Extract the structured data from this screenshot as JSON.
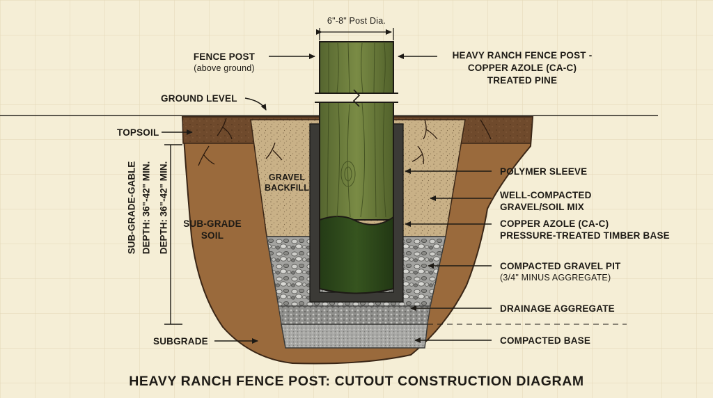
{
  "title": "HEAVY RANCH FENCE POST: CUTOUT CONSTRUCTION DIAGRAM",
  "dimension": {
    "post_diameter": "6\"-8\" Post Dia."
  },
  "left_labels": {
    "fence_post": "FENCE POST",
    "fence_post_note": "(above ground)",
    "ground_level": "GROUND LEVEL",
    "topsoil": "TOPSOIL",
    "subgrade": "SUBGRADE"
  },
  "inner_labels": {
    "gravel_backfill_line1": "GRAVEL",
    "gravel_backfill_line2": "BACKFILL",
    "subgrade_soil_line1": "SUB-GRADE",
    "subgrade_soil_line2": "SOIL"
  },
  "depth_labels": {
    "line1": "SUB-GRADE-GABLE",
    "line2": "DEPTH: 36\"-42\" MIN.",
    "line3": "DEPTH: 36\"-42\" MIN."
  },
  "right_labels": {
    "post_type_line1": "HEAVY RANCH FENCE POST -",
    "post_type_line2": "COPPER AZOLE (CA-C)",
    "post_type_line3": "TREATED PINE",
    "polymer_sleeve": "POLYMER SLEEVE",
    "gravel_soil_line1": "WELL-COMPACTED",
    "gravel_soil_line2": "GRAVEL/SOIL MIX",
    "timber_base_line1": "COPPER AZOLE (CA-C)",
    "timber_base_line2": "PRESSURE-TREATED TIMBER BASE",
    "gravel_pit": "COMPACTED GRAVEL PIT",
    "gravel_pit_note": "(3/4\" MINUS AGGREGATE)",
    "drainage": "DRAINAGE AGGREGATE",
    "compacted_base": "COMPACTED BASE"
  },
  "colors": {
    "background": "#f5eed6",
    "grid": "#e2d7b6",
    "soil": "#9a6a3c",
    "topsoil": "#6f4a2c",
    "backfill": "#c9b187",
    "gravel": "#9c9c9a",
    "post_upper": "#6e7f3e",
    "post_lower": "#2f4a1e",
    "sleeve": "#3b3a36",
    "ink": "#1d1a15"
  }
}
